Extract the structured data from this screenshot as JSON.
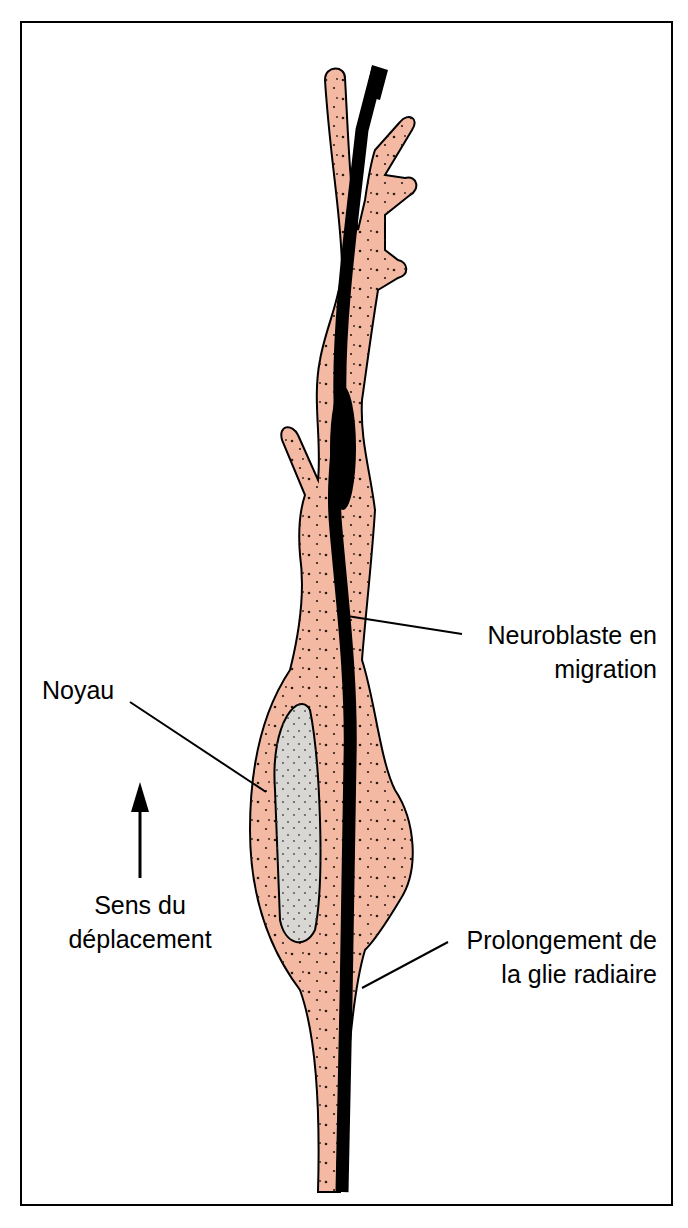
{
  "diagram": {
    "labels": [
      "Neuroblaste en migration",
      "Noyau",
      "Sens du déplacement",
      "Prolongement de la glie radiaire"
    ]
  }
}
